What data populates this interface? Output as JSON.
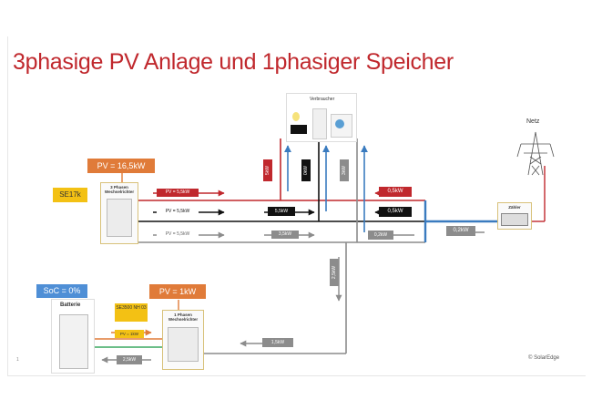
{
  "title": "3phasige PV Anlage und 1phasiger Speicher",
  "labels": {
    "verbraucher": "Verbraucher",
    "netz": "Netz",
    "batterie": "Batterie",
    "zaehler": "Zähler",
    "copyright": "© SolarEdge",
    "page": "1",
    "inverter3": "3 Phasen Wechselrichter",
    "inverter1": "1 Phasen Wechselrichter"
  },
  "badges": {
    "pv_main": "PV = 16,5kW",
    "se17k": "SE17k",
    "soc": "SoC = 0%",
    "pv_small": "PV = 1kW",
    "se3500": "SE3500 NH 03"
  },
  "flows": {
    "l1": "PV = 5,5kW",
    "l2": "PV = 5,5kW",
    "l3": "PV = 5,5kW",
    "load1": "5kW",
    "load2": "0kW",
    "load3": "3kW",
    "mid2": "5,5kW",
    "mid3": "3,5kW",
    "right1": "0,5kW",
    "right2": "0,5kW",
    "right3": "0,2kW",
    "grid": "0,2kW",
    "vertical": "2,5kW",
    "inv_back": "1,5kW",
    "battery_pv": "PV = 1kW",
    "battery": "2,5kW"
  },
  "colors": {
    "title": "#c0282d",
    "red": "#c0282d",
    "black": "#111111",
    "gray": "#8c8c8c",
    "blue": "#3a7bbf",
    "orange": "#e07b39",
    "yellow": "#f3c114",
    "soc_blue": "#4f8fd6",
    "green": "#3aa860"
  }
}
